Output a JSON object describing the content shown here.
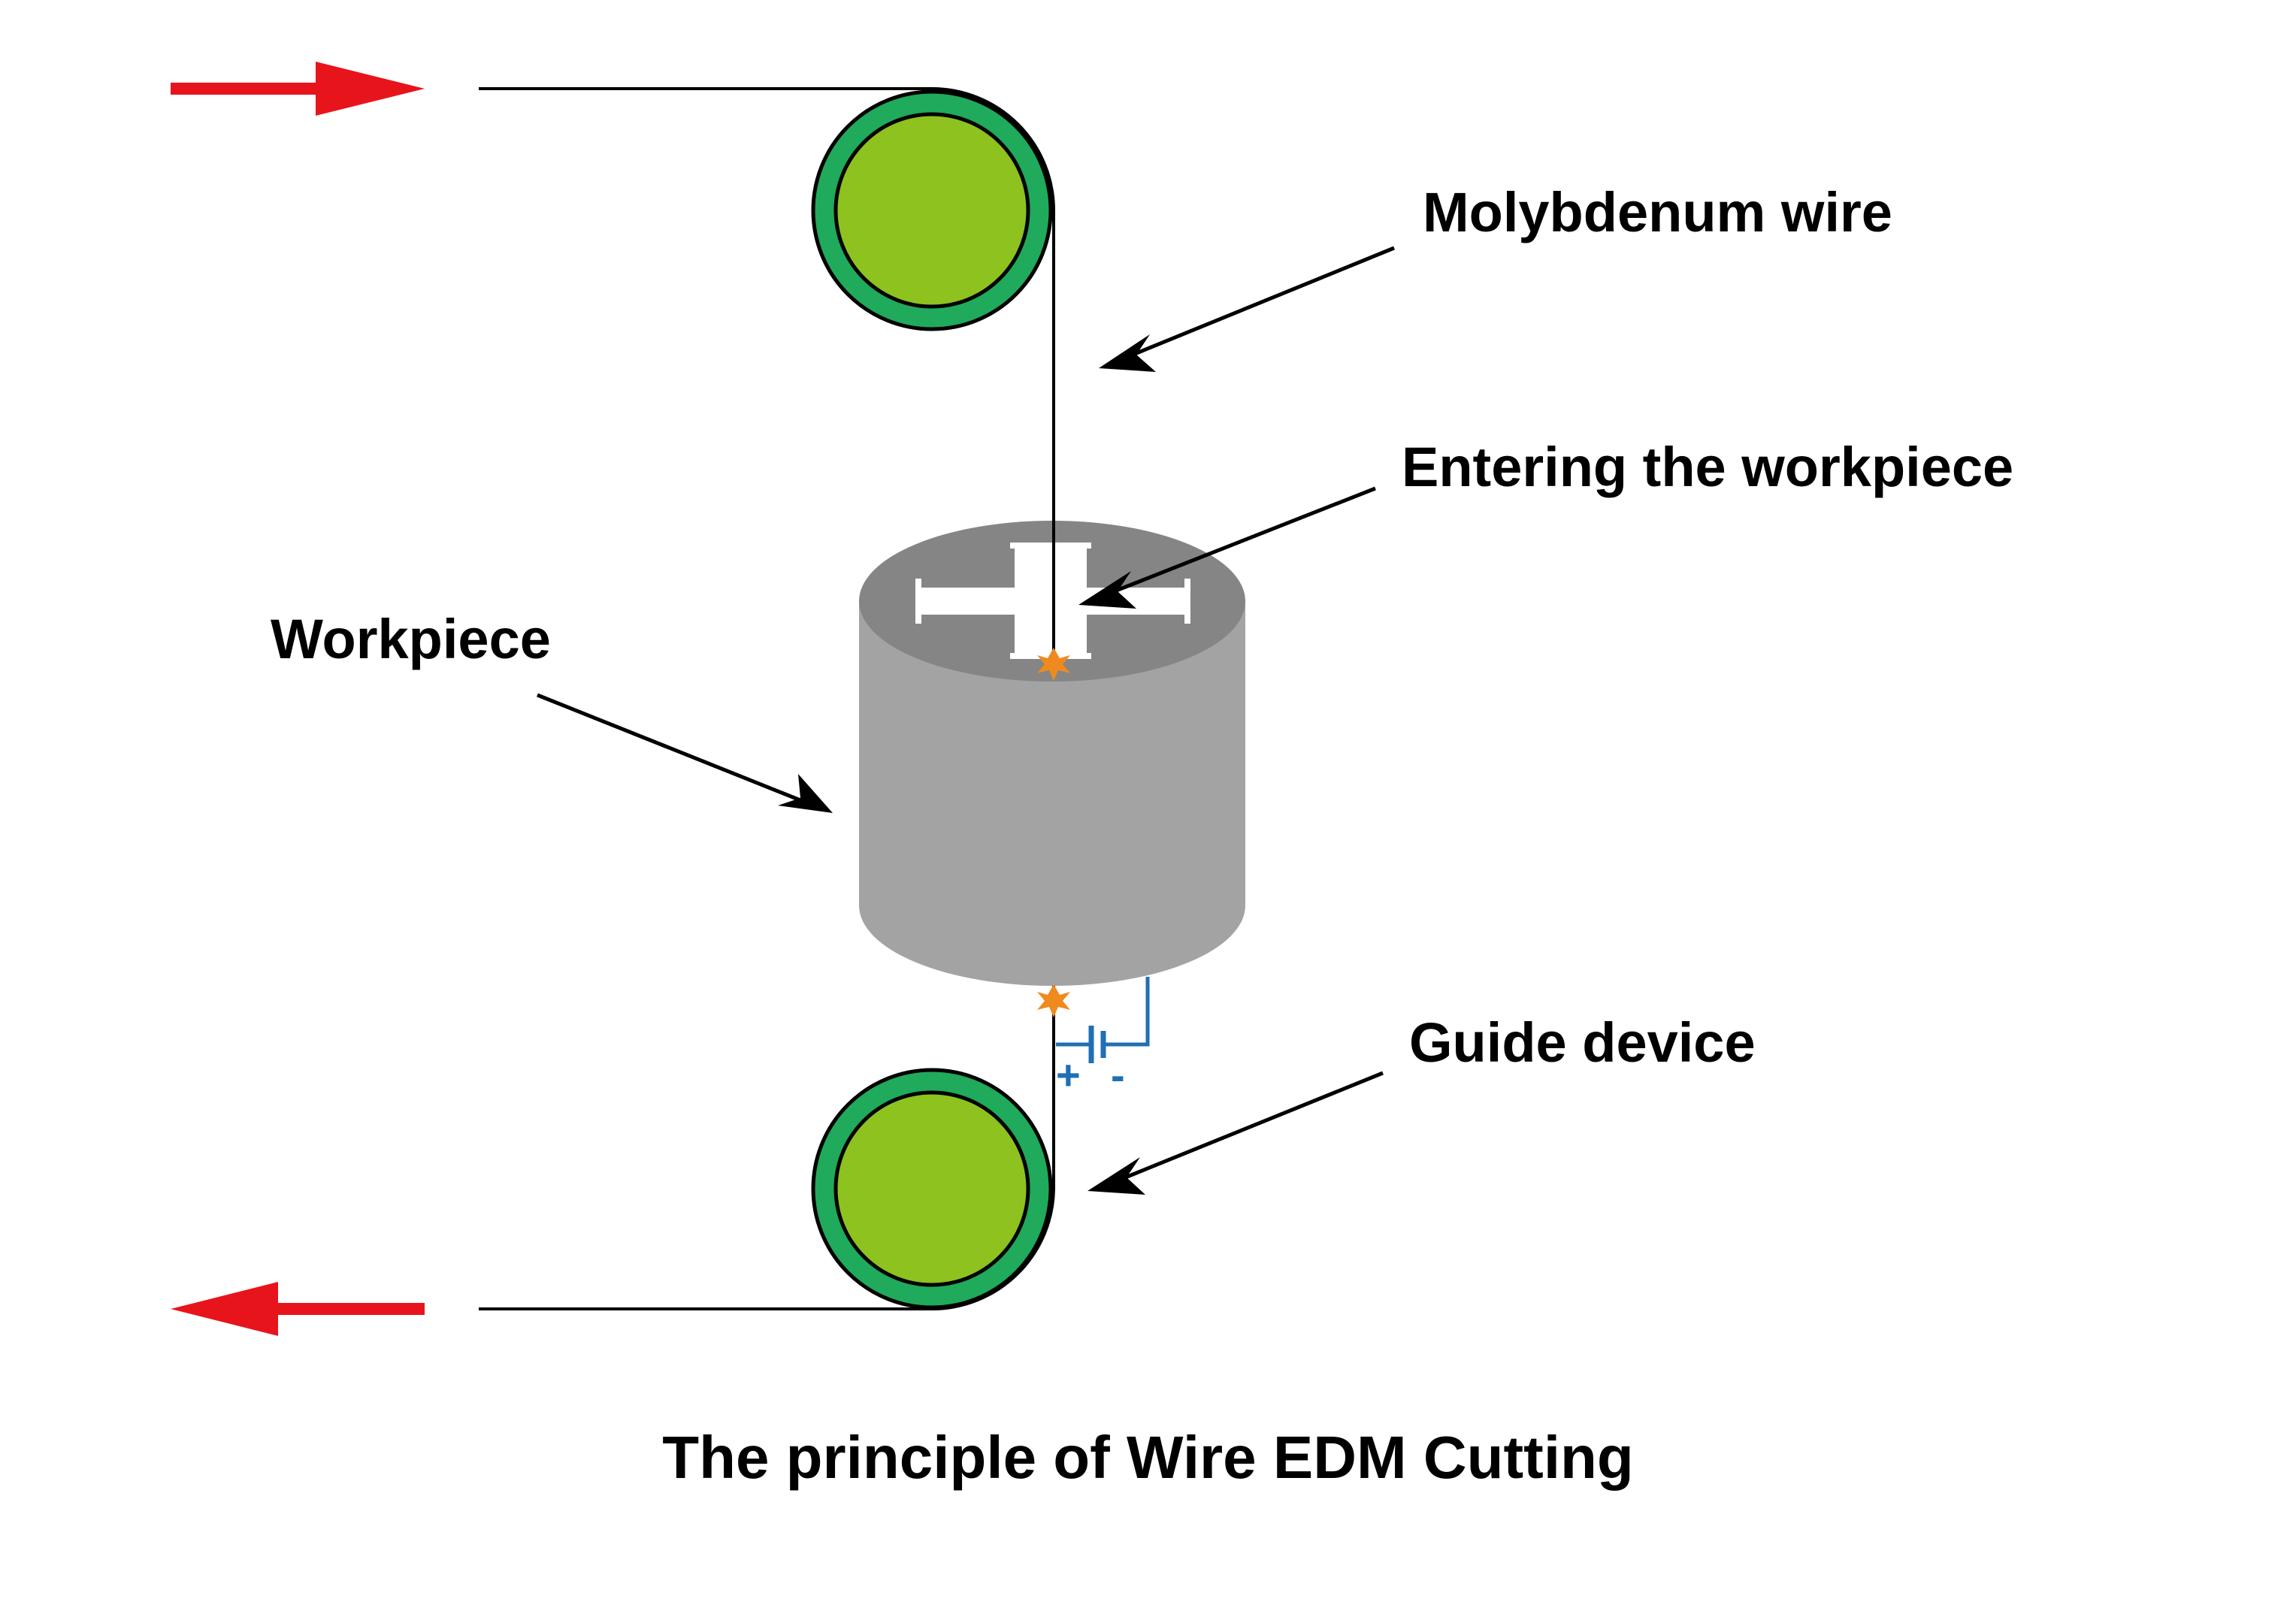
{
  "labels": {
    "molybdenum_wire": "Molybdenum wire",
    "entering_workpiece": "Entering the workpiece",
    "workpiece": "Workpiece",
    "guide_device": "Guide device",
    "title": "The principle of Wire EDM Cutting"
  },
  "circuit": {
    "positive": "+",
    "negative": "-"
  },
  "icons": [
    "wire-feed-in-arrow",
    "wire-feed-out-arrow",
    "spark-icon"
  ],
  "colors": {
    "arrow_red": "#e8141c",
    "pulley_ring": "#1faa5c",
    "pulley_core": "#8dc21f",
    "workpiece_side": "#a3a3a3",
    "workpiece_top": "#858585",
    "circuit_blue": "#1f6fb4",
    "spark": "#f08a1f"
  }
}
